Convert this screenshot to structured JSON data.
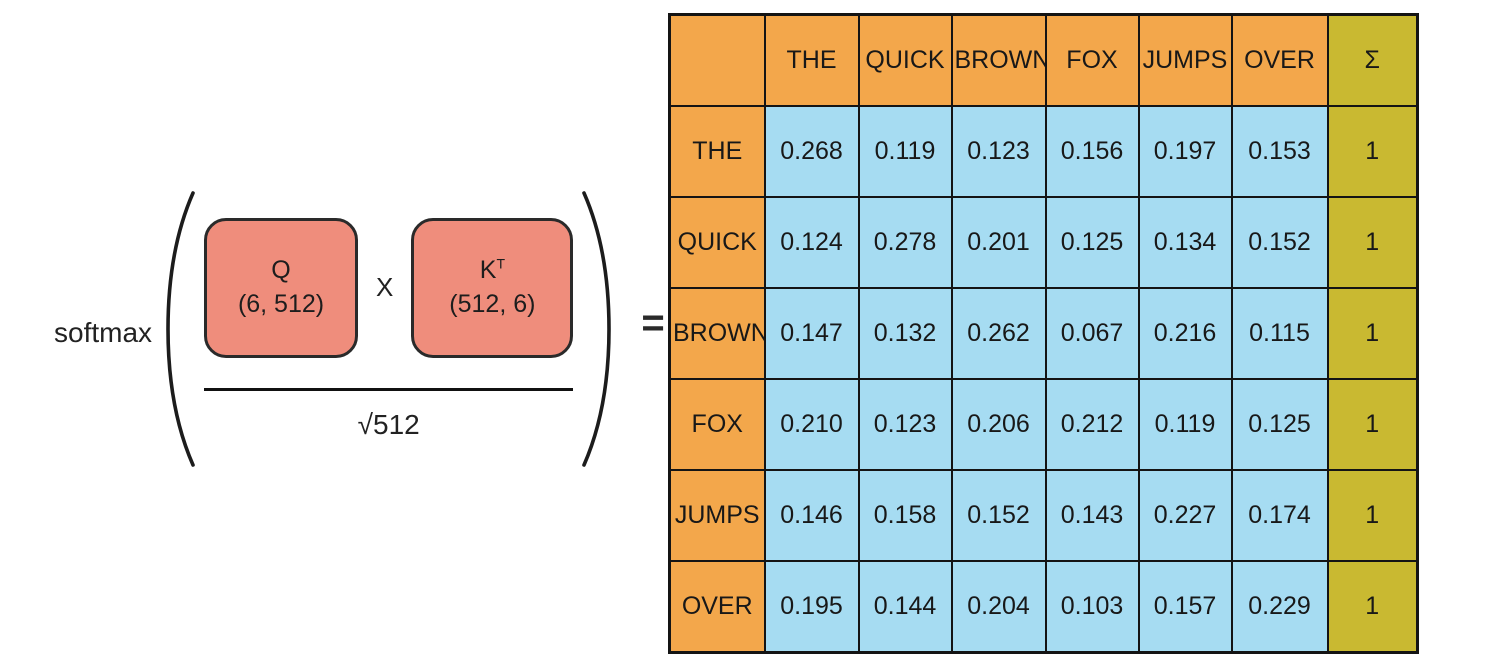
{
  "formula": {
    "function_label": "softmax",
    "q_label": "Q",
    "q_shape": "(6, 512)",
    "times_label": "X",
    "k_label": "K",
    "k_superscript": "T",
    "k_shape": "(512, 6)",
    "denominator": "√512",
    "equals_label": "="
  },
  "table": {
    "corner_label": "",
    "columns": [
      "THE",
      "QUICK",
      "BROWN",
      "FOX",
      "JUMPS",
      "OVER"
    ],
    "sum_label": "Σ",
    "rows": [
      {
        "label": "THE",
        "values": [
          "0.268",
          "0.119",
          "0.123",
          "0.156",
          "0.197",
          "0.153"
        ],
        "sum": "1"
      },
      {
        "label": "QUICK",
        "values": [
          "0.124",
          "0.278",
          "0.201",
          "0.125",
          "0.134",
          "0.152"
        ],
        "sum": "1"
      },
      {
        "label": "BROWN",
        "values": [
          "0.147",
          "0.132",
          "0.262",
          "0.067",
          "0.216",
          "0.115"
        ],
        "sum": "1"
      },
      {
        "label": "FOX",
        "values": [
          "0.210",
          "0.123",
          "0.206",
          "0.212",
          "0.119",
          "0.125"
        ],
        "sum": "1"
      },
      {
        "label": "JUMPS",
        "values": [
          "0.146",
          "0.158",
          "0.152",
          "0.143",
          "0.227",
          "0.174"
        ],
        "sum": "1"
      },
      {
        "label": "OVER",
        "values": [
          "0.195",
          "0.144",
          "0.204",
          "0.103",
          "0.157",
          "0.229"
        ],
        "sum": "1"
      }
    ]
  },
  "colors": {
    "header_orange": "#F3A74B",
    "cell_blue": "#A6DCF2",
    "sum_olive": "#C9B931",
    "matrix_salmon": "#EF8D7C"
  }
}
